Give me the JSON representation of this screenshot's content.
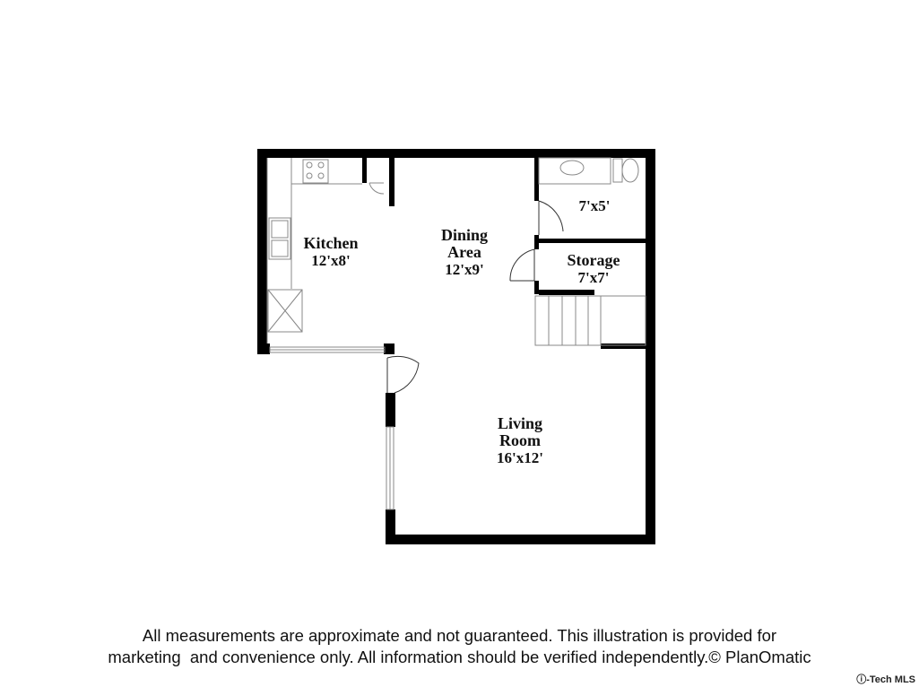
{
  "rooms": {
    "kitchen": {
      "name": "Kitchen",
      "dims": "12'x8'"
    },
    "dining": {
      "name_line1": "Dining",
      "name_line2": "Area",
      "dims": "12'x9'"
    },
    "bath": {
      "dims": "7'x5'"
    },
    "storage": {
      "name": "Storage",
      "dims": "7'x7'"
    },
    "living": {
      "name_line1": "Living",
      "name_line2": "Room",
      "dims": "16'x12'"
    }
  },
  "disclaimer": {
    "line1": "All measurements are approximate and not guaranteed. This illustration is provided for",
    "line2": "marketing  and convenience only. All information should be verified independently.",
    "copyright": "© PlanOmatic"
  },
  "badge": {
    "text": "ⓘ-Tech MLS"
  },
  "colors": {
    "wall": "#000000",
    "fixture": "#888888",
    "background": "#ffffff"
  }
}
